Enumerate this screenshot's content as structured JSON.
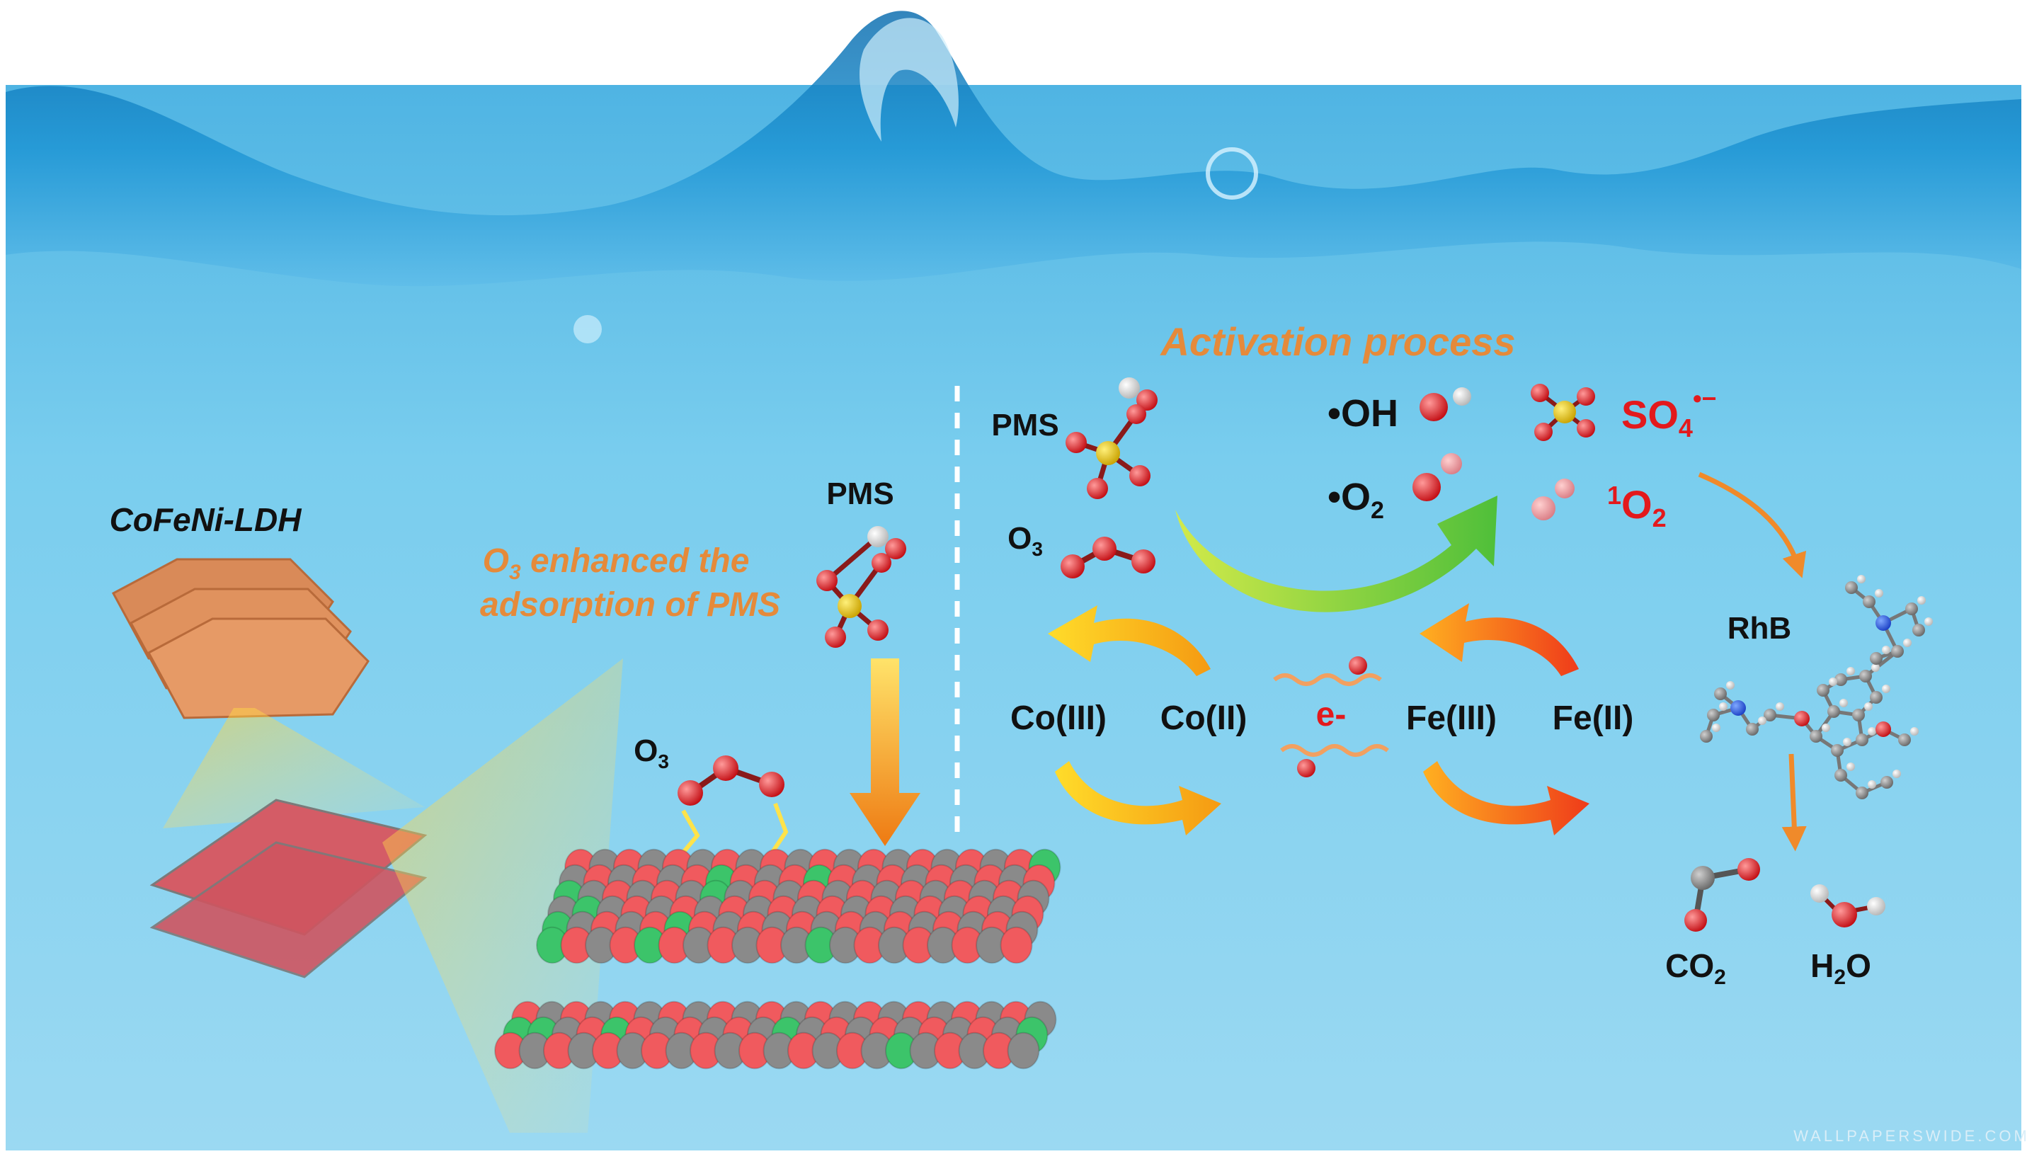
{
  "title": "Activation process",
  "material_label": "CoFeNi-LDH",
  "annotation": {
    "line1_sub": "3",
    "line1_rest": "enhanced the",
    "line2": "adsorption of PMS"
  },
  "labels": {
    "pms_left": "PMS",
    "o3_left": "O",
    "o3_left_sub": "3",
    "pms_right": "PMS",
    "o3_right": "O",
    "o3_right_sub": "3",
    "oh": "•OH",
    "o2_rad": "•O",
    "o2_rad_sub": "2",
    "so4": "SO",
    "so4_sub": "4",
    "so4_sup": "•−",
    "singlet_sup": "1",
    "singlet": "O",
    "singlet_sub": "2",
    "co3": "Co(III)",
    "co2": "Co(II)",
    "electron": "e-",
    "fe3": "Fe(III)",
    "fe2": "Fe(II)",
    "rhb": "RhB",
    "co2_prod": "CO",
    "co2_prod_sub": "2",
    "h2o": "H",
    "h2o_sub": "2",
    "h2o_rest": "O"
  },
  "watermark": "WALLPAPERSWIDE.COM",
  "colors": {
    "water_top": "#1b8fd0",
    "water_bg": "#6fc9ec",
    "lattice_red": "#f05a5e",
    "lattice_gray": "#8a8a8a",
    "lattice_green": "#3cc46a",
    "arrow_orange": "#f08a2a",
    "arrow_green": "#7cc242",
    "text_red": "#e3191c",
    "title_orange": "#e58a3a"
  }
}
